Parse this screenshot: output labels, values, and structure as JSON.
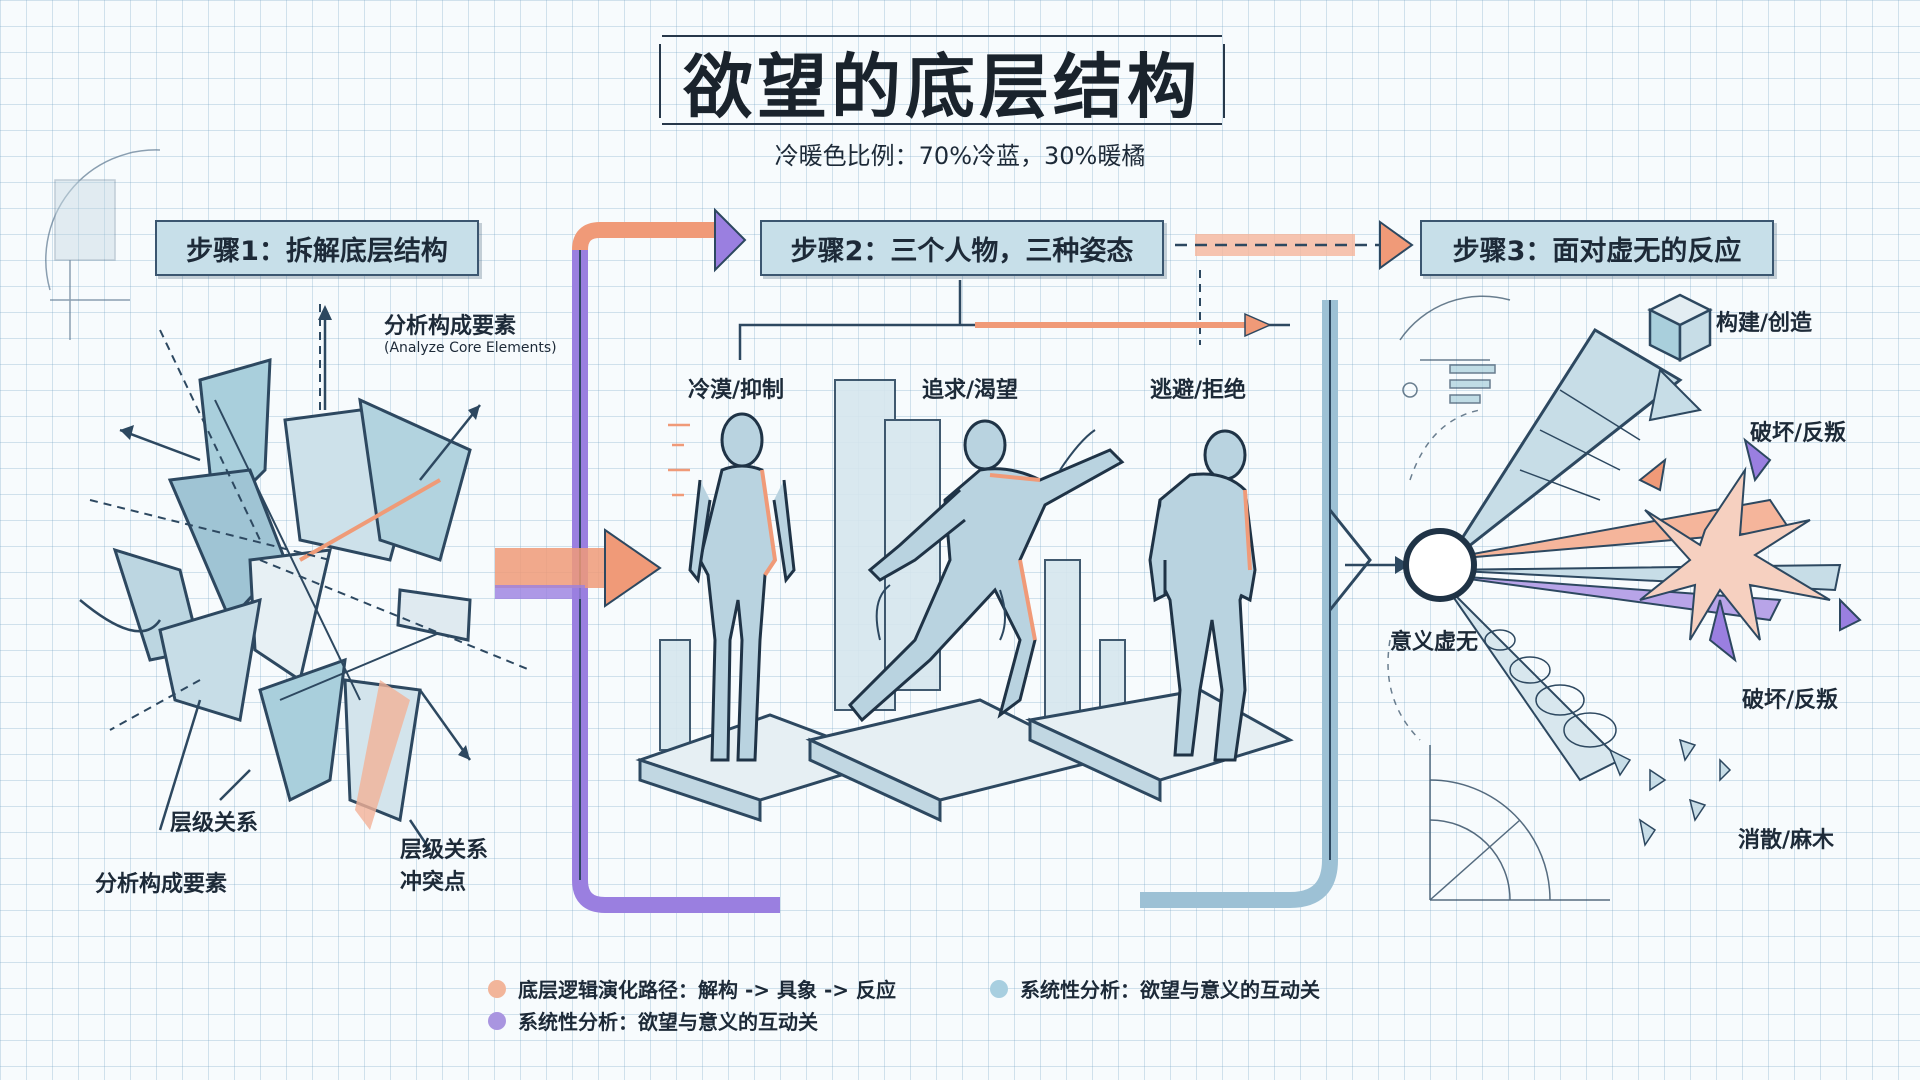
{
  "title": "欲望的底层结构",
  "subtitle": "冷暖色比例：70%冷蓝，30%暖橘",
  "steps": [
    {
      "label": "步骤1：拆解底层结构"
    },
    {
      "label": "步骤2：三个人物，三种姿态"
    },
    {
      "label": "步骤3：面对虚无的反应"
    }
  ],
  "step1": {
    "analyze_top": "分析构成要素",
    "analyze_top_en": "(Analyze Core Elements)",
    "hierarchy": "层级关系",
    "analyze_bottom": "分析构成要素",
    "hierarchy_conflict_line1": "层级关系",
    "hierarchy_conflict_line2": "冲突点"
  },
  "step2": {
    "figures": [
      {
        "label": "冷漠/抑制"
      },
      {
        "label": "追求/渴望"
      },
      {
        "label": "逃避/拒绝"
      }
    ]
  },
  "step3": {
    "center": "意义虚无",
    "reactions": [
      "构建/创造",
      "破坏/反叛",
      "破坏/反叛",
      "消散/麻木"
    ]
  },
  "legend": [
    {
      "text": "底层逻辑演化路径：解构 -> 具象 -> 反应",
      "color": "#f2b59a"
    },
    {
      "text": "系统性分析：欲望与意义的互动关",
      "color": "#a8cfe0"
    },
    {
      "text": "系统性分析：欲望与意义的互动关",
      "color": "#a995e0"
    }
  ],
  "colors": {
    "cool_blue": "#3d6d94",
    "warm_orange": "#f09a78",
    "purple": "#9a7fe0",
    "ink": "#27384a"
  }
}
